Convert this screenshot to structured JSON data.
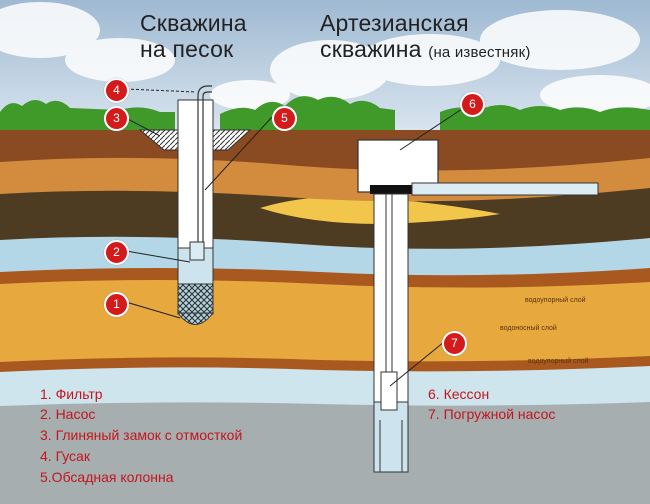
{
  "titles": {
    "sand_well": {
      "line1": "Скважина",
      "line2": "на песок"
    },
    "artesian_well": {
      "line1": "Артезианская",
      "line2": "скважина",
      "line2_note": "(на известняк)"
    }
  },
  "layer_labels": {
    "waterproof_top": "водоупорный слой",
    "aquifer": "водоносный слой",
    "waterproof_bottom": "водоупорный слой"
  },
  "markers": [
    "1",
    "2",
    "3",
    "4",
    "5",
    "6",
    "7"
  ],
  "legend_left": [
    "1. Фильтр",
    "2. Насос",
    "3. Глиняный замок с отмосткой",
    "4. Гусак",
    "5.Обсадная колонна"
  ],
  "legend_right": [
    "6. Кессон",
    "7. Погружной насос"
  ],
  "colors": {
    "sky": "#b7cde0",
    "grass": "#3f9a2a",
    "topsoil": "#8a4a22",
    "sand_layer": "#d38b3e",
    "clay_dark": "#4d3b22",
    "yellow_sand": "#f1c64a",
    "water_blue": "#b4d7e8",
    "aquifer_orange": "#e7a83d",
    "bottom_blue": "#cfe5ee",
    "grey_base": "#a7aeb0",
    "marker_red": "#d31b1b",
    "legend_text_red": "#c2161d"
  }
}
